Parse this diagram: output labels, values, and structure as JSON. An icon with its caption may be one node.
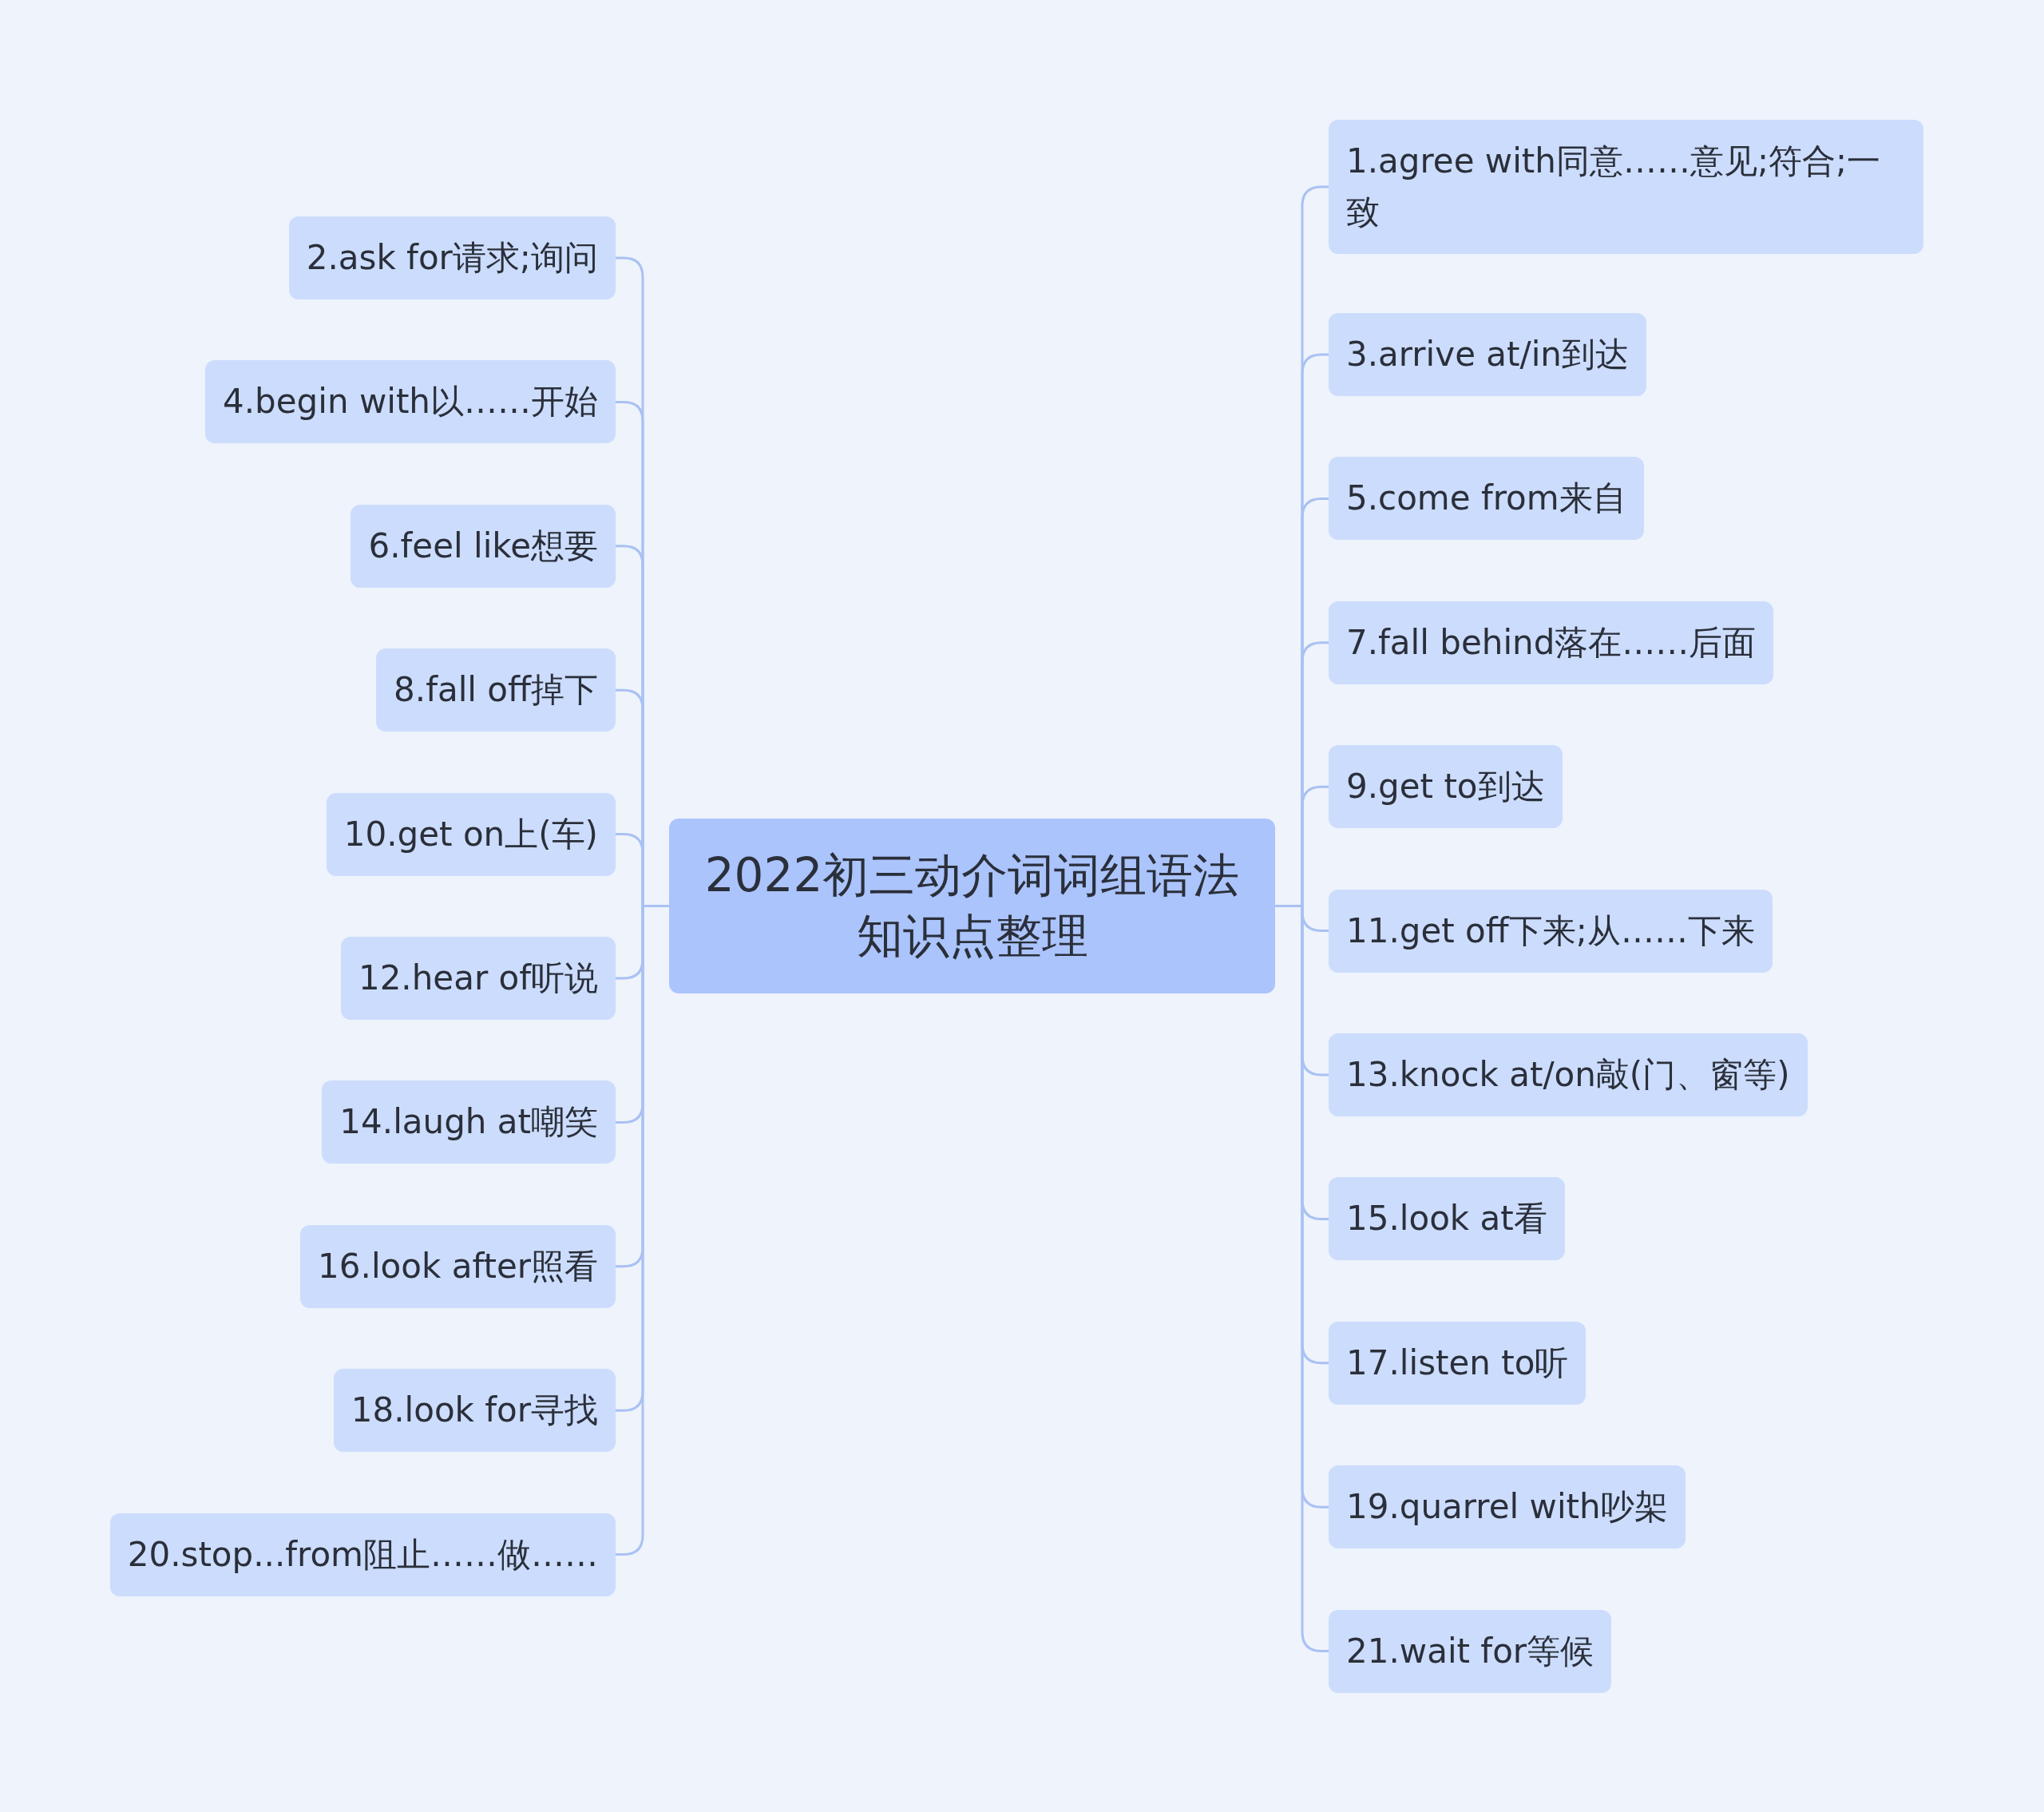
{
  "diagram": {
    "nodes": [
      {
        "text": [
          "2022初三动介词词组语法知识点整理"
        ]
      },
      {
        "text": [
          "1.agree with同意……意见;符合;一致"
        ]
      },
      {
        "text": [
          "2.ask for请求;询问"
        ]
      },
      {
        "text": [
          "3.arrive at/in到达"
        ]
      },
      {
        "text": [
          "4.begin with以……开始"
        ]
      },
      {
        "text": [
          "5.come from来自"
        ]
      },
      {
        "text": [
          "6.feel like想要"
        ]
      },
      {
        "text": [
          "7.fall behind落在……后面"
        ]
      },
      {
        "text": [
          "8.fall off掉下"
        ]
      },
      {
        "text": [
          "9.get to到达"
        ]
      },
      {
        "text": [
          "10.get on上(车)"
        ]
      },
      {
        "text": [
          "11.get off下来;从……下来"
        ]
      },
      {
        "text": [
          "12.hear of听说"
        ]
      },
      {
        "text": [
          "13.knock at/on敲(门、窗等)"
        ]
      },
      {
        "text": [
          "14.laugh at嘲笑"
        ]
      },
      {
        "text": [
          "15.look at看"
        ]
      },
      {
        "text": [
          "16.look after照看"
        ]
      },
      {
        "text": [
          "17.listen to听"
        ]
      },
      {
        "text": [
          "18.look for寻找"
        ]
      },
      {
        "text": [
          "19.quarrel with吵架"
        ]
      },
      {
        "text": [
          "20.stop...from阻止……做……"
        ]
      },
      {
        "text": [
          "21.wait for等候"
        ]
      }
    ],
    "edges": [
      {
        "from": 0,
        "to": 1,
        "arrow": "none"
      },
      {
        "from": 0,
        "to": 2,
        "arrow": "none"
      },
      {
        "from": 0,
        "to": 3,
        "arrow": "none"
      },
      {
        "from": 0,
        "to": 4,
        "arrow": "none"
      },
      {
        "from": 0,
        "to": 5,
        "arrow": "none"
      },
      {
        "from": 0,
        "to": 6,
        "arrow": "none"
      },
      {
        "from": 0,
        "to": 7,
        "arrow": "none"
      },
      {
        "from": 0,
        "to": 8,
        "arrow": "none"
      },
      {
        "from": 0,
        "to": 9,
        "arrow": "none"
      },
      {
        "from": 0,
        "to": 10,
        "arrow": "none"
      },
      {
        "from": 0,
        "to": 11,
        "arrow": "none"
      },
      {
        "from": 0,
        "to": 12,
        "arrow": "none"
      },
      {
        "from": 0,
        "to": 13,
        "arrow": "none"
      },
      {
        "from": 0,
        "to": 14,
        "arrow": "none"
      },
      {
        "from": 0,
        "to": 15,
        "arrow": "none"
      },
      {
        "from": 0,
        "to": 16,
        "arrow": "none"
      },
      {
        "from": 0,
        "to": 17,
        "arrow": "none"
      },
      {
        "from": 0,
        "to": 18,
        "arrow": "none"
      },
      {
        "from": 0,
        "to": 19,
        "arrow": "none"
      },
      {
        "from": 0,
        "to": 20,
        "arrow": "none"
      },
      {
        "from": 0,
        "to": 21,
        "arrow": "none"
      }
    ]
  }
}
